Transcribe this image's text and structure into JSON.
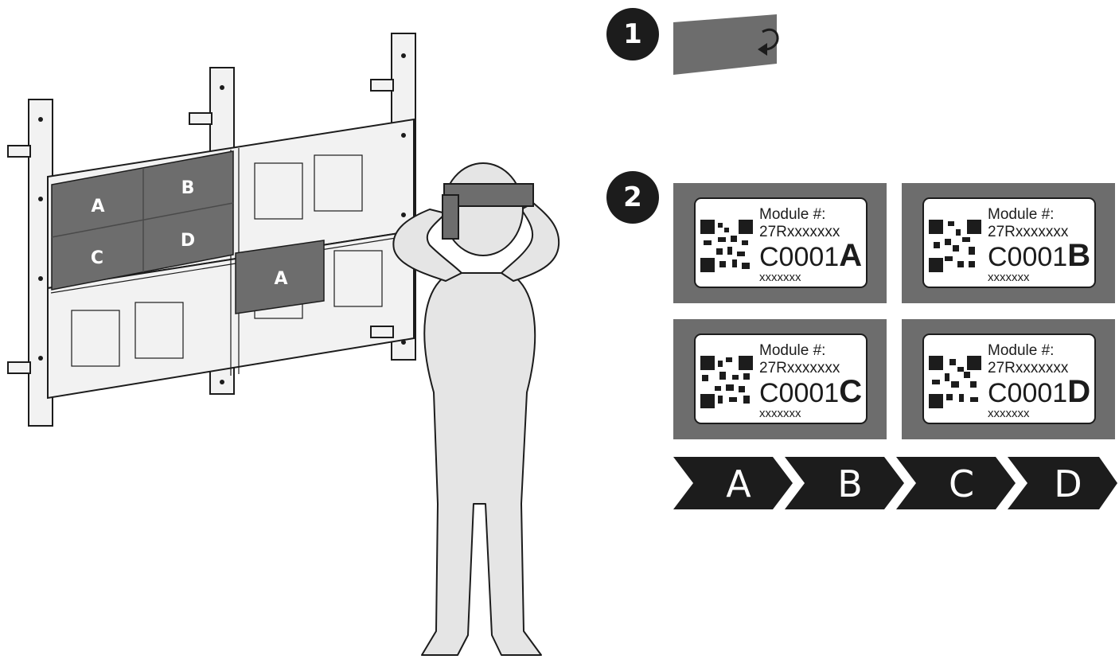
{
  "steps": {
    "one": "1",
    "two": "2"
  },
  "wall_modules": {
    "a": "A",
    "b": "B",
    "c": "C",
    "d": "D",
    "placed": "A"
  },
  "labels": [
    {
      "title": "Module #:",
      "serial": "27Rxxxxxxx",
      "code_prefix": "C0001",
      "code_letter": "A",
      "footer": "xxxxxxx"
    },
    {
      "title": "Module #:",
      "serial": "27Rxxxxxxx",
      "code_prefix": "C0001",
      "code_letter": "B",
      "footer": "xxxxxxx"
    },
    {
      "title": "Module #:",
      "serial": "27Rxxxxxxx",
      "code_prefix": "C0001",
      "code_letter": "C",
      "footer": "xxxxxxx"
    },
    {
      "title": "Module #:",
      "serial": "27Rxxxxxxx",
      "code_prefix": "C0001",
      "code_letter": "D",
      "footer": "xxxxxxx"
    }
  ],
  "sequence": [
    "A",
    "B",
    "C",
    "D"
  ],
  "colors": {
    "ink": "#1c1c1c",
    "panel": "#6d6d6d",
    "figure": "#e5e5e5",
    "frame_fill": "#f2f2f2"
  }
}
